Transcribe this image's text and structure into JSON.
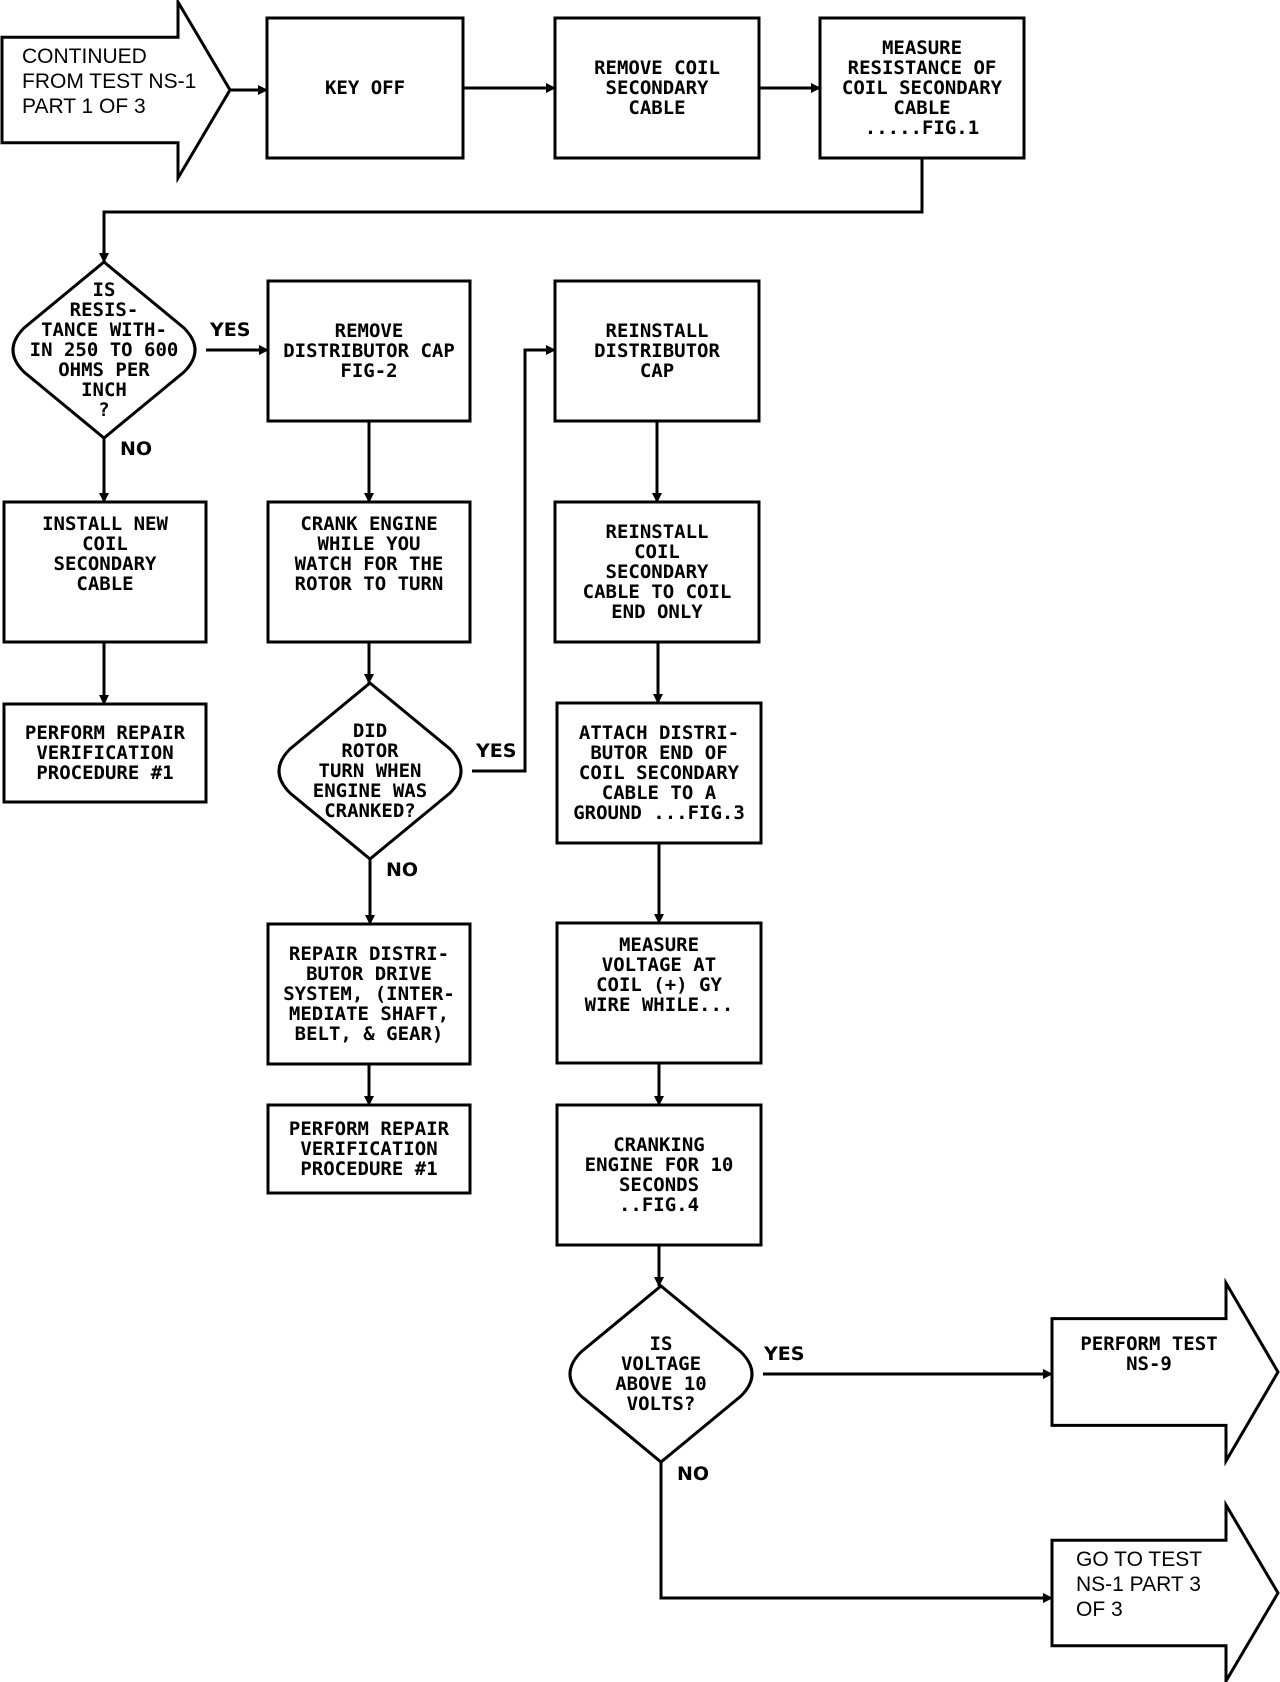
{
  "colors": {
    "stroke": "#000000",
    "background": "#ffffff"
  },
  "nodes": [
    {
      "id": "start",
      "shape": "arrow",
      "lines": [
        "CONTINUED",
        "FROM TEST NS-1",
        "PART 1 OF 3"
      ]
    },
    {
      "id": "key_off",
      "shape": "box",
      "lines": [
        "KEY OFF"
      ]
    },
    {
      "id": "remove_coil",
      "shape": "box",
      "lines": [
        "REMOVE COIL",
        "SECONDARY",
        "CABLE"
      ]
    },
    {
      "id": "measure_res",
      "shape": "box",
      "lines": [
        "MEASURE",
        "RESISTANCE OF",
        "COIL SECONDARY",
        "CABLE",
        ".....FIG.1"
      ]
    },
    {
      "id": "dec_res",
      "shape": "diamond",
      "lines": [
        "IS",
        "RESIS-",
        "TANCE WITH-",
        "IN 250 TO 600",
        "OHMS PER",
        "INCH",
        "?"
      ]
    },
    {
      "id": "install_new",
      "shape": "box",
      "lines": [
        "INSTALL NEW",
        "COIL",
        "SECONDARY",
        "CABLE"
      ]
    },
    {
      "id": "perform_rv1",
      "shape": "box",
      "lines": [
        "PERFORM REPAIR",
        "VERIFICATION",
        "PROCEDURE #1"
      ]
    },
    {
      "id": "remove_cap",
      "shape": "box",
      "lines": [
        "REMOVE",
        "DISTRIBUTOR CAP",
        "FIG-2"
      ]
    },
    {
      "id": "crank_watch",
      "shape": "box",
      "lines": [
        "CRANK ENGINE",
        "WHILE YOU",
        "WATCH FOR THE",
        "ROTOR TO TURN"
      ]
    },
    {
      "id": "dec_rotor",
      "shape": "diamond",
      "lines": [
        "DID",
        "ROTOR",
        "TURN WHEN",
        "ENGINE WAS",
        "CRANKED?"
      ]
    },
    {
      "id": "repair_drive",
      "shape": "box",
      "lines": [
        "REPAIR DISTRI-",
        "BUTOR DRIVE",
        "SYSTEM, (INTER-",
        "MEDIATE SHAFT,",
        "BELT, & GEAR)"
      ]
    },
    {
      "id": "perform_rv2",
      "shape": "box",
      "lines": [
        "PERFORM REPAIR",
        "VERIFICATION",
        "PROCEDURE #1"
      ]
    },
    {
      "id": "reinstall_cap",
      "shape": "box",
      "lines": [
        "REINSTALL",
        "DISTRIBUTOR",
        "CAP"
      ]
    },
    {
      "id": "reinstall_coil",
      "shape": "box",
      "lines": [
        "REINSTALL",
        "COIL",
        "SECONDARY",
        "CABLE TO COIL",
        "END ONLY"
      ]
    },
    {
      "id": "attach_dist",
      "shape": "box",
      "lines": [
        "ATTACH DISTRI-",
        "BUTOR END OF",
        "COIL SECONDARY",
        "CABLE TO A",
        "GROUND ...FIG.3"
      ]
    },
    {
      "id": "measure_volt",
      "shape": "box",
      "lines": [
        "MEASURE",
        "VOLTAGE AT",
        "COIL (+) GY",
        "WIRE WHILE..."
      ]
    },
    {
      "id": "cranking",
      "shape": "box",
      "lines": [
        "CRANKING",
        "ENGINE FOR 10",
        "SECONDS",
        "..FIG.4"
      ]
    },
    {
      "id": "dec_volt",
      "shape": "diamond",
      "lines": [
        "IS",
        "VOLTAGE",
        "ABOVE 10",
        "VOLTS?"
      ]
    },
    {
      "id": "perform_ns9",
      "shape": "arrow",
      "lines": [
        "PERFORM TEST",
        "NS-9"
      ]
    },
    {
      "id": "goto_ns1",
      "shape": "arrow",
      "lines": [
        "GO TO TEST",
        "NS-1 PART 3",
        "OF 3"
      ]
    }
  ],
  "edges": [
    {
      "from": "start",
      "to": "key_off",
      "label": ""
    },
    {
      "from": "key_off",
      "to": "remove_coil",
      "label": ""
    },
    {
      "from": "remove_coil",
      "to": "measure_res",
      "label": ""
    },
    {
      "from": "measure_res",
      "to": "dec_res",
      "label": ""
    },
    {
      "from": "dec_res",
      "to": "remove_cap",
      "label": "YES"
    },
    {
      "from": "dec_res",
      "to": "install_new",
      "label": "NO"
    },
    {
      "from": "install_new",
      "to": "perform_rv1",
      "label": ""
    },
    {
      "from": "remove_cap",
      "to": "crank_watch",
      "label": ""
    },
    {
      "from": "crank_watch",
      "to": "dec_rotor",
      "label": ""
    },
    {
      "from": "dec_rotor",
      "to": "reinstall_cap",
      "label": "YES"
    },
    {
      "from": "dec_rotor",
      "to": "repair_drive",
      "label": "NO"
    },
    {
      "from": "repair_drive",
      "to": "perform_rv2",
      "label": ""
    },
    {
      "from": "reinstall_cap",
      "to": "reinstall_coil",
      "label": ""
    },
    {
      "from": "reinstall_coil",
      "to": "attach_dist",
      "label": ""
    },
    {
      "from": "attach_dist",
      "to": "measure_volt",
      "label": ""
    },
    {
      "from": "measure_volt",
      "to": "cranking",
      "label": ""
    },
    {
      "from": "cranking",
      "to": "dec_volt",
      "label": ""
    },
    {
      "from": "dec_volt",
      "to": "perform_ns9",
      "label": "YES"
    },
    {
      "from": "dec_volt",
      "to": "goto_ns1",
      "label": "NO"
    }
  ]
}
